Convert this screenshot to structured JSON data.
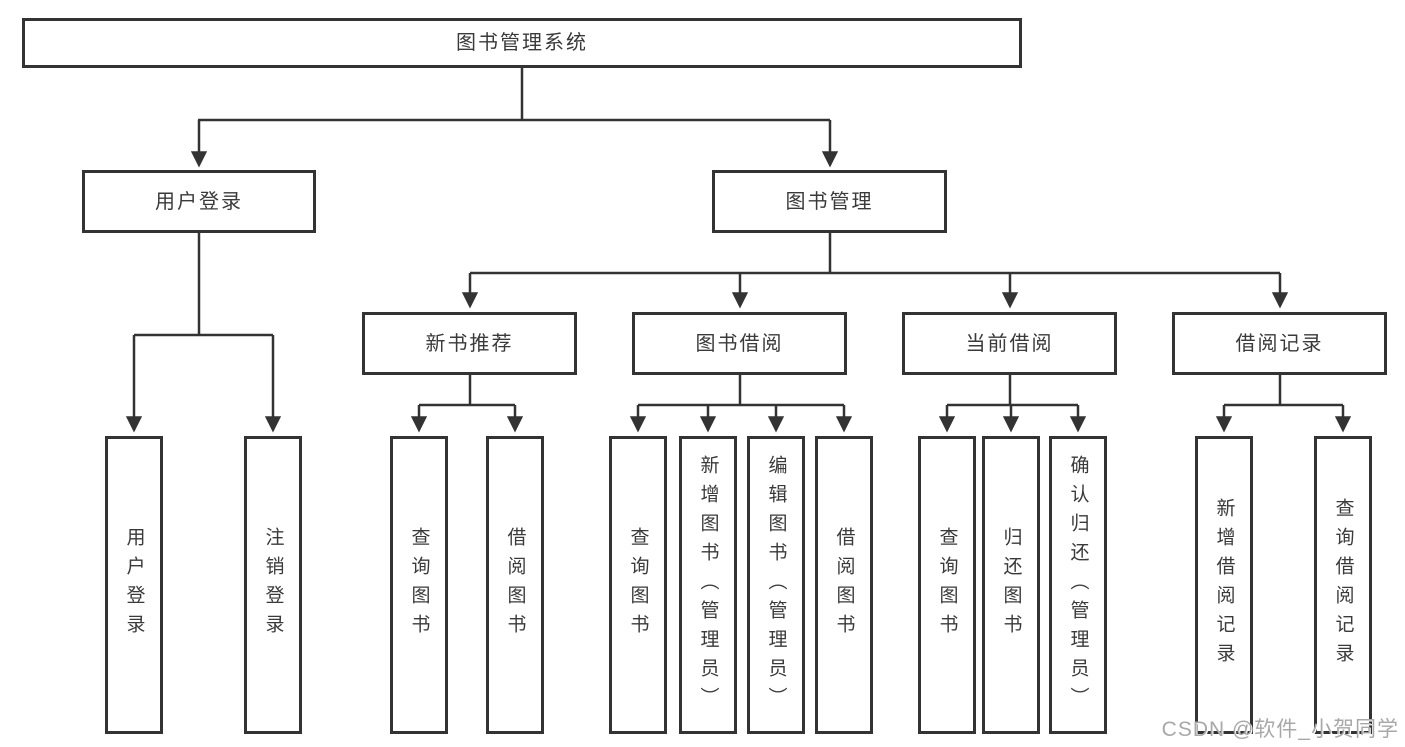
{
  "diagram": {
    "type": "hierarchy-chart",
    "tree": {
      "label": "图书管理系统",
      "children": [
        {
          "label": "用户登录",
          "children": [
            {
              "label": "用户登录"
            },
            {
              "label": "注销登录"
            }
          ]
        },
        {
          "label": "图书管理",
          "children": [
            {
              "label": "新书推荐",
              "children": [
                {
                  "label": "查询图书"
                },
                {
                  "label": "借阅图书"
                }
              ]
            },
            {
              "label": "图书借阅",
              "children": [
                {
                  "label": "查询图书"
                },
                {
                  "label": "新增图书（管理员）"
                },
                {
                  "label": "编辑图书（管理员）"
                },
                {
                  "label": "借阅图书"
                }
              ]
            },
            {
              "label": "当前借阅",
              "children": [
                {
                  "label": "查询图书"
                },
                {
                  "label": "归还图书"
                },
                {
                  "label": "确认归还（管理员）"
                }
              ]
            },
            {
              "label": "借阅记录",
              "children": [
                {
                  "label": "新增借阅记录"
                },
                {
                  "label": "查询借阅记录"
                }
              ]
            }
          ]
        }
      ]
    },
    "colors": {
      "line": "#333333",
      "box_border": "#333333",
      "text": "#3a3a3a",
      "background": "#ffffff",
      "watermark": "#a8a8a8"
    }
  },
  "watermark": {
    "text": "CSDN @软件_小贺同学"
  }
}
